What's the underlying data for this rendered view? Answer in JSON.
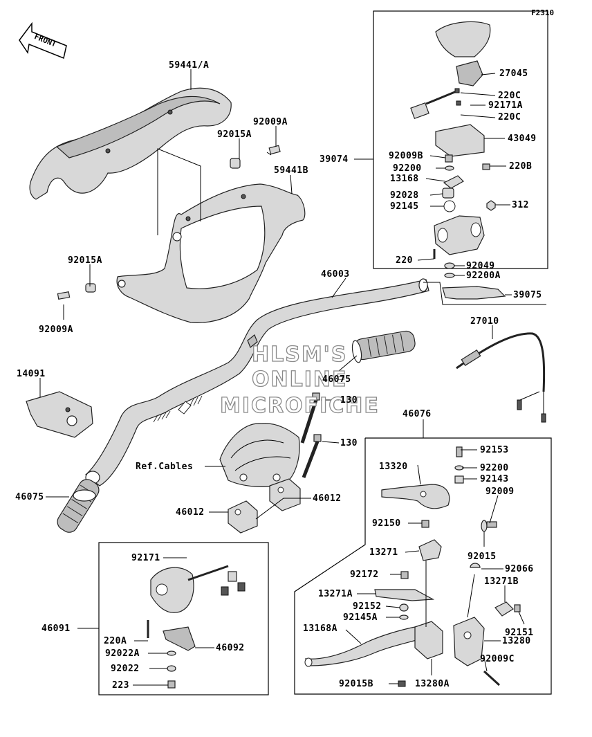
{
  "figure_ref": "F2310",
  "front_marker": "FRONT",
  "watermark": [
    "HLSM'S",
    "ONLINE",
    "MICROFICHE"
  ],
  "parts": [
    "59441/A",
    "92009A",
    "92015A",
    "59441B",
    "92015A",
    "92009A",
    "27045",
    "220C",
    "92171A",
    "220C",
    "43049",
    "92009B",
    "92200",
    "39074",
    "13168",
    "220B",
    "92028",
    "312",
    "92145",
    "220",
    "92049",
    "92200A",
    "39075",
    "46003",
    "27010",
    "46075",
    "14091",
    "130",
    "130",
    "Ref.Cables",
    "46012",
    "46012",
    "46075",
    "46076",
    "92153",
    "13320",
    "92200",
    "92143",
    "92009",
    "92150",
    "13271",
    "92015",
    "92066",
    "92172",
    "13271B",
    "13271A",
    "92152",
    "92145A",
    "92151",
    "13168A",
    "13280",
    "92009C",
    "92015B",
    "13280A",
    "92171",
    "46091",
    "220A",
    "46092",
    "92022A",
    "92022",
    "223"
  ]
}
